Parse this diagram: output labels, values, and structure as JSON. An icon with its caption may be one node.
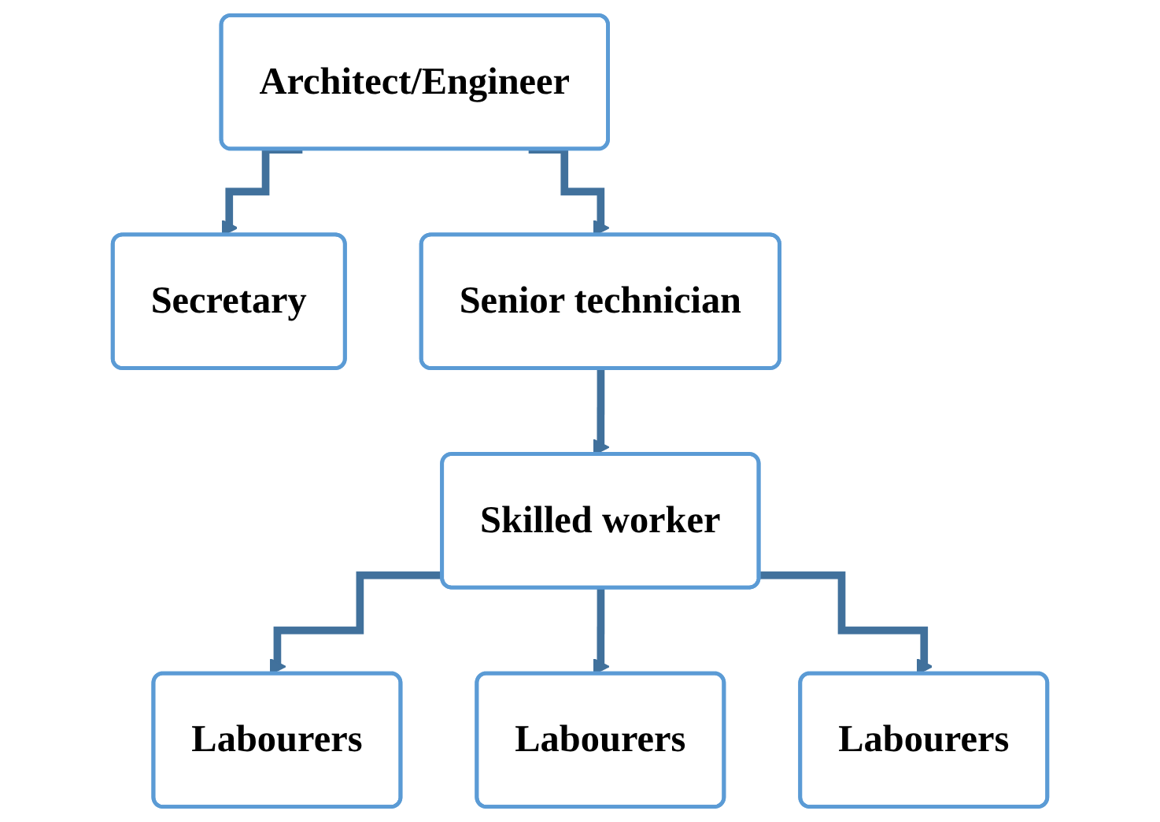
{
  "diagram": {
    "nodes": [
      {
        "text": [
          "Architect/Engineer"
        ]
      },
      {
        "text": [
          "Secretary"
        ]
      },
      {
        "text": [
          "Senior technician"
        ]
      },
      {
        "text": [
          "Skilled worker"
        ]
      },
      {
        "text": [
          "Labourers"
        ]
      },
      {
        "text": [
          "Labourers"
        ]
      },
      {
        "text": [
          "Labourers"
        ]
      }
    ],
    "edges": [
      {
        "from": 0,
        "to": 1,
        "arrow": "to"
      },
      {
        "from": 0,
        "to": 2,
        "arrow": "to"
      },
      {
        "from": 2,
        "to": 3,
        "arrow": "to"
      },
      {
        "from": 3,
        "to": 4,
        "arrow": "to"
      },
      {
        "from": 3,
        "to": 5,
        "arrow": "to"
      },
      {
        "from": 3,
        "to": 6,
        "arrow": "to"
      }
    ]
  }
}
